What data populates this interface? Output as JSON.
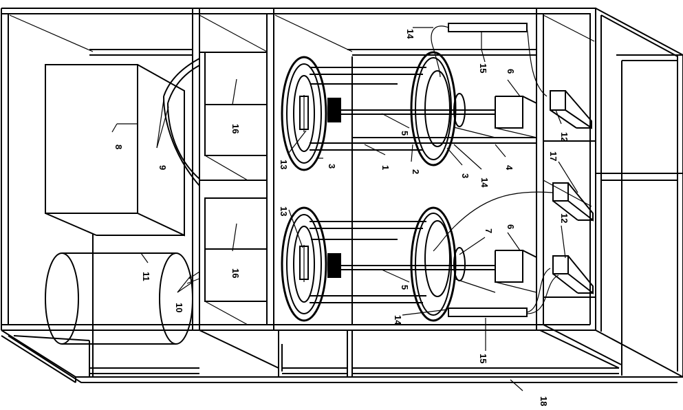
{
  "labels": {
    "l1": "1",
    "l2": "2",
    "l3a": "3",
    "l3b": "3",
    "l4": "4",
    "l5a": "5",
    "l5b": "5",
    "l6a": "6",
    "l6b": "6",
    "l7": "7",
    "l8": "8",
    "l9": "9",
    "l10": "10",
    "l11": "11",
    "l12a": "12",
    "l12b": "12",
    "l13a": "13",
    "l13b": "13",
    "l14a": "14",
    "l14b": "14",
    "l14c": "14",
    "l15a": "15",
    "l15b": "15",
    "l16a": "16",
    "l16b": "16",
    "l17": "17",
    "l18": "18"
  }
}
